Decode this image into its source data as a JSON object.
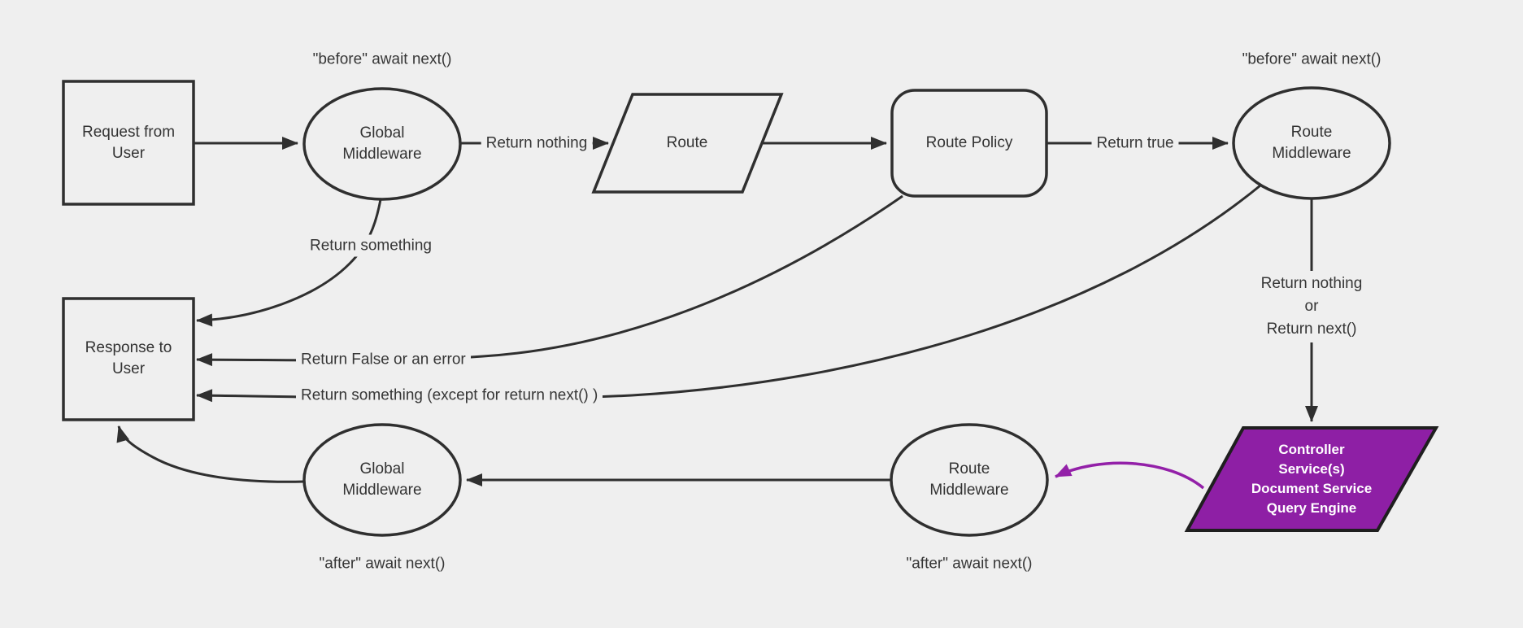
{
  "diagram": {
    "colors": {
      "background": "#efefef",
      "stroke": "#2f2f2f",
      "purple_fill": "#8e1fa5",
      "purple_arrow": "#9320a8",
      "controller_text": "#ffffff",
      "text": "#333333"
    },
    "nodes": {
      "request": {
        "line1": "Request from",
        "line2": "User"
      },
      "global_middleware_top": {
        "line1": "Global",
        "line2": "Middleware"
      },
      "route": {
        "label": "Route"
      },
      "route_policy": {
        "label": "Route Policy"
      },
      "route_middleware_top": {
        "line1": "Route",
        "line2": "Middleware"
      },
      "response": {
        "line1": "Response to",
        "line2": "User"
      },
      "global_middleware_bottom": {
        "line1": "Global",
        "line2": "Middleware"
      },
      "route_middleware_bottom": {
        "line1": "Route",
        "line2": "Middleware"
      },
      "controller": {
        "line1": "Controller",
        "line2": "Service(s)",
        "line3": "Document Service",
        "line4": "Query Engine"
      }
    },
    "labels": {
      "before_top_left": "\"before\" await next()",
      "before_top_right": "\"before\" await next()",
      "after_bottom_left": "\"after\" await next()",
      "after_bottom_right": "\"after\" await next()",
      "return_nothing": "Return nothing",
      "return_true": "Return true",
      "return_something": "Return something",
      "return_false_or_error": "Return False or an error",
      "return_something_except": "Return something (except for return next() )",
      "return_nothing_or": {
        "line1": "Return nothing",
        "line2": "or",
        "line3": "Return next()"
      }
    }
  }
}
